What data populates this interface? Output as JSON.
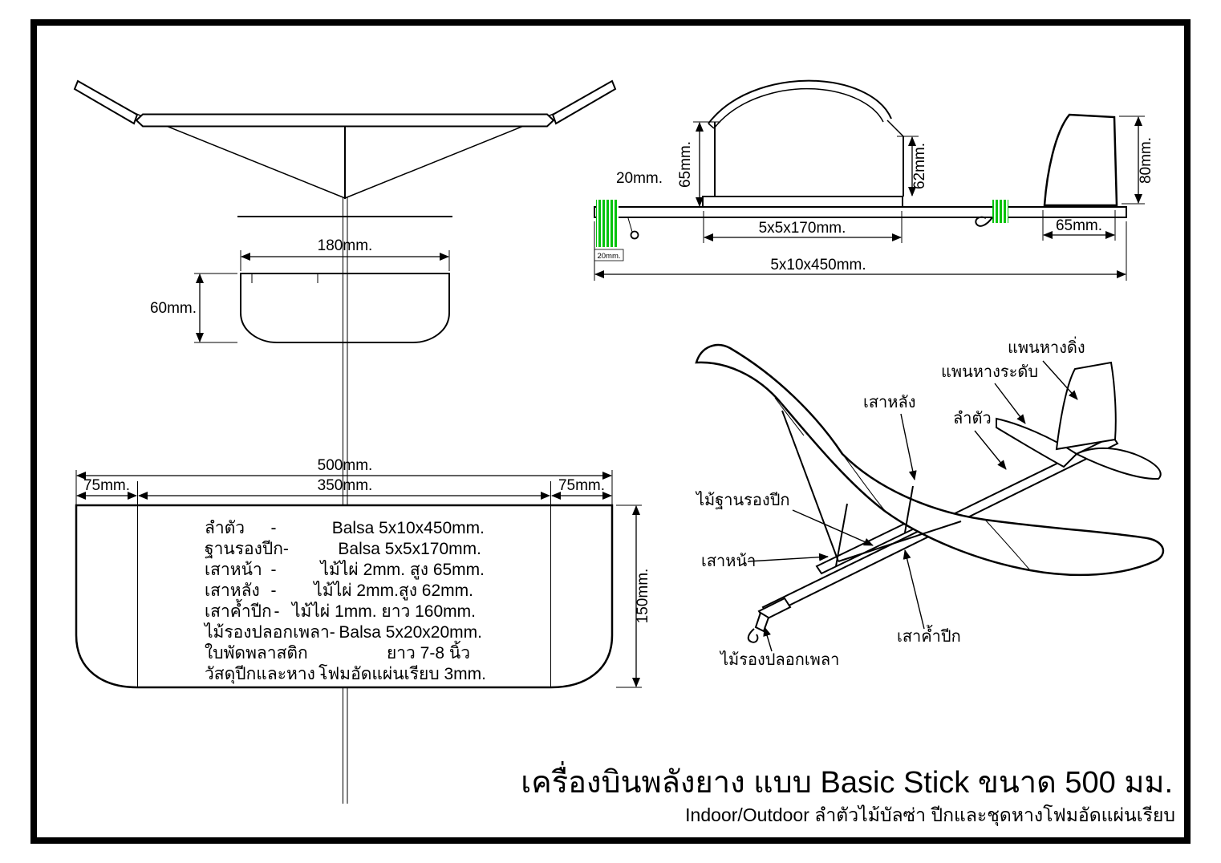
{
  "colors": {
    "line": "#000000",
    "rubber_band": "#00c30b",
    "background": "#ffffff"
  },
  "dimensions_plan": {
    "stab_span": "180mm.",
    "stab_chord": "60mm.",
    "wing_span": "500mm.",
    "wing_center": "350mm.",
    "wing_tip_left": "75mm.",
    "wing_tip_right": "75mm.",
    "wing_chord": "150mm."
  },
  "materials": {
    "rows": [
      {
        "part": "ลำตัว",
        "sep": "-",
        "spec": "Balsa 5x10x450mm."
      },
      {
        "part": "ฐานรองปีก-",
        "sep": "",
        "spec": "Balsa 5x5x170mm."
      },
      {
        "part": "เสาหน้า",
        "sep": "-",
        "spec": "ไม้ไผ่ 2mm. สูง 65mm."
      },
      {
        "part": "เสาหลัง",
        "sep": "-",
        "spec": "ไม้ไผ่ 2mm.สูง 62mm."
      },
      {
        "part": "เสาค้ำปีก",
        "sep": "-",
        "spec": "ไม้ไผ่ 1mm. ยาว 160mm."
      },
      {
        "part": "ไม้รองปลอกเพลา-",
        "sep": "",
        "spec": "Balsa 5x20x20mm."
      },
      {
        "part": "ใบพัดพลาสติก",
        "sep": "",
        "spec": "ยาว 7-8 นิ้ว"
      },
      {
        "part": "วัสดุปีกและหาง -",
        "sep": "",
        "spec": "โฟมอัดแผ่นเรียบ 3mm."
      }
    ]
  },
  "dimensions_side": {
    "nose": "20mm.",
    "nose_small": "20mm.",
    "front_post_height": "65mm.",
    "rear_post_height": "62mm.",
    "wing_base": "5x5x170mm.",
    "fin_height": "80mm.",
    "fin_chord": "65mm.",
    "fuselage": "5x10x450mm."
  },
  "perspective_labels": {
    "vertical_stabilizer": "แพนหางดิ่ง",
    "horizontal_stabilizer": "แพนหางระดับ",
    "rear_post": "เสาหลัง",
    "fuselage": "ลำตัว",
    "wing_base": "ไม้ฐานรองปีก",
    "front_post": "เสาหน้า",
    "wing_strut": "เสาค้ำปีก",
    "prop_shaft_support": "ไม้รองปลอกเพลา"
  },
  "title": {
    "main": "เครื่องบินพลังยาง แบบ Basic Stick ขนาด 500 มม.",
    "sub": "Indoor/Outdoor  ลำตัวไม้บัลซ่า ปีกและชุดหางโฟมอัดแผ่นเรียบ"
  }
}
